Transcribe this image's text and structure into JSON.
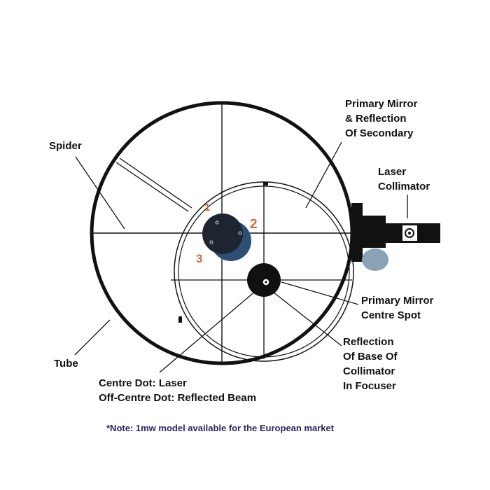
{
  "labels": {
    "primary_mirror": [
      "Primary Mirror",
      "& Reflection",
      "Of Secondary"
    ],
    "spider": "Spider",
    "laser_collimator": [
      "Laser",
      "Collimator"
    ],
    "primary_centre_spot": [
      "Primary Mirror",
      "Centre Spot"
    ],
    "reflection_base": [
      "Reflection",
      "Of Base Of",
      "Collimator",
      "In Focuser"
    ],
    "tube": "Tube",
    "centre_dot": [
      "Centre Dot: Laser",
      "Off-Centre Dot: Reflected Beam"
    ]
  },
  "numbers": [
    "1",
    "2",
    "3"
  ],
  "note": "*Note: 1mw model available for the European market",
  "colors": {
    "ink": "#111111",
    "secondary_disc": "#1d2530",
    "secondary_shadow": "#2c4f73",
    "focuser_knob": "#8aa2b6",
    "number": "#c8703a",
    "note": "#26285f"
  }
}
